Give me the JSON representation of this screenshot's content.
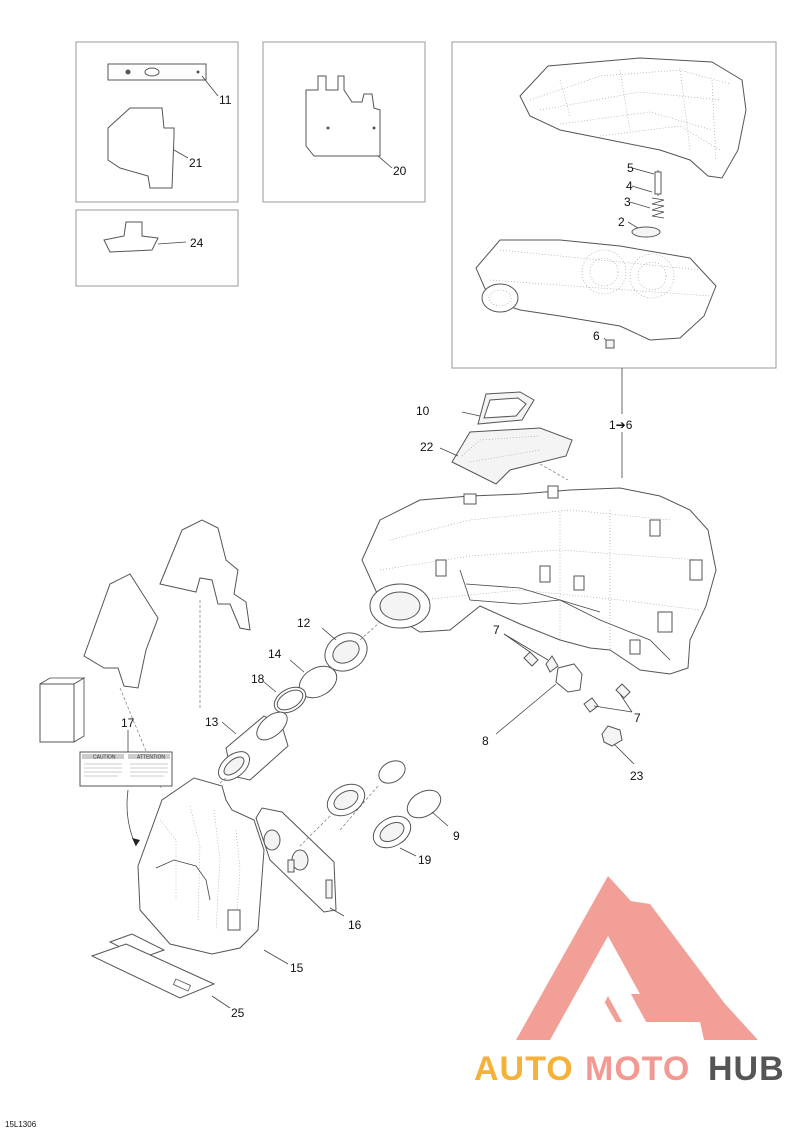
{
  "callouts": {
    "c1": "11",
    "c2": "21",
    "c3": "20",
    "c4": "24",
    "c5": "5",
    "c6": "4",
    "c7": "3",
    "c8": "2",
    "c9": "6",
    "c10": "10",
    "c11": "1➔6",
    "c12": "22",
    "c13": "7",
    "c14": "8",
    "c15": "7",
    "c16": "23",
    "c17": "12",
    "c18": "14",
    "c19": "18",
    "c20": "13",
    "c21": "17",
    "c22": "9",
    "c23": "19",
    "c24": "16",
    "c25": "15",
    "c26": "25"
  },
  "label_card": {
    "left": "CAUTION",
    "right": "ATTENTION"
  },
  "drawing_code": "15L1306",
  "watermark": {
    "parts": [
      "AUTO",
      "MOTO",
      "HUB"
    ],
    "colors": {
      "auto": "#f5b13a",
      "moto": "#f29a92",
      "hub": "#555555",
      "logo": "#f29a92"
    }
  }
}
